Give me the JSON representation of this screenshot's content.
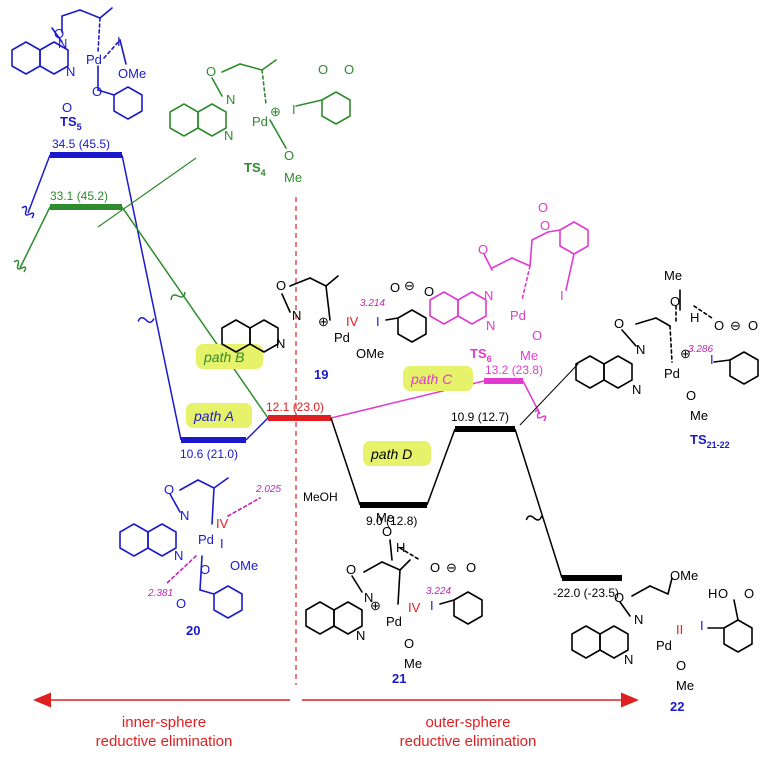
{
  "colors": {
    "path_a": "#1a1acc",
    "path_b": "#2e8b2e",
    "path_c": "#e23ad0",
    "path_d": "#000000",
    "center": "#e02020",
    "arrow": "#e02020",
    "highlight": "#e6f26a",
    "distance": "#c81fb8"
  },
  "levels": {
    "ts5": "34.5 (45.5)",
    "ts4": "33.1 (45.2)",
    "i20": "10.6 (21.0)",
    "i19": "12.1 (23.0)",
    "ts6": "13.2 (23.8)",
    "i21": "9.0 (12.8)",
    "ts2122": "10.9 (12.7)",
    "p22": "-22.0 (-23.5)"
  },
  "paths": {
    "a": "path A",
    "b": "path B",
    "c": "path C",
    "d": "path D"
  },
  "species": {
    "ts5": "TS",
    "ts5_sub": "5",
    "ts4": "TS",
    "ts4_sub": "4",
    "ts6": "TS",
    "ts6_sub": "6",
    "ts2122": "TS",
    "ts2122_sub": "21-22",
    "i19": "19",
    "i20": "20",
    "i21": "21",
    "p22": "22"
  },
  "atoms": {
    "N": "N",
    "O": "O",
    "Pd": "Pd",
    "I": "I",
    "H": "H",
    "Me": "Me",
    "OMe": "OMe",
    "plus": "⊕",
    "minus": "⊖"
  },
  "oxidation": {
    "iv": "IV",
    "ii": "II"
  },
  "distances": {
    "d19": "3.214",
    "d21": "3.224",
    "d2122": "3.286",
    "d20a": "2.025",
    "d20b": "2.381"
  },
  "reagent": "MeOH",
  "mechanisms": {
    "inner_l1": "inner-sphere",
    "inner_l2": "reductive elimination",
    "outer_l1": "outer-sphere",
    "outer_l2": "reductive elimination"
  }
}
